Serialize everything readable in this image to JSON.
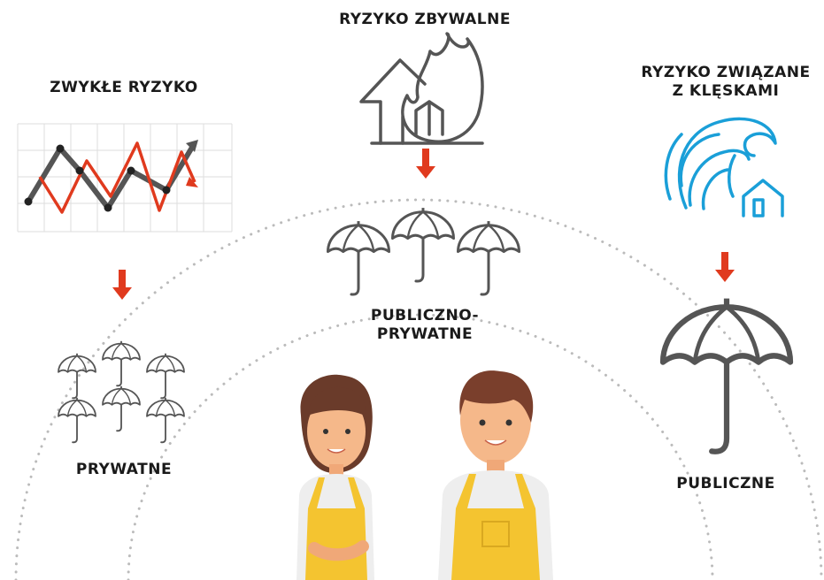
{
  "labels": {
    "ordinary_risk": "ZWYKŁE RYZYKO",
    "insurable_risk": "RYZYKO ZBYWALNE",
    "disaster_risk_line1": "RYZYKO ZWIĄZANE",
    "disaster_risk_line2": "Z KLĘSKAMI",
    "private": "PRYWATNE",
    "public_private_line1": "PUBLICZNO-",
    "public_private_line2": "PRYWATNE",
    "public": "PUBLICZNE"
  },
  "icons": [
    "line-chart-icon",
    "burning-house-icon",
    "tsunami-wave-icon",
    "umbrella-icon",
    "down-arrow-icon"
  ],
  "colors": {
    "arrow_red": "#e03a1e",
    "icon_gray": "#555555",
    "wave_blue": "#1a9fd8",
    "apron_yellow": "#f4c430",
    "skin": "#f5b88a",
    "dotted_arc": "#bbbbbb"
  }
}
